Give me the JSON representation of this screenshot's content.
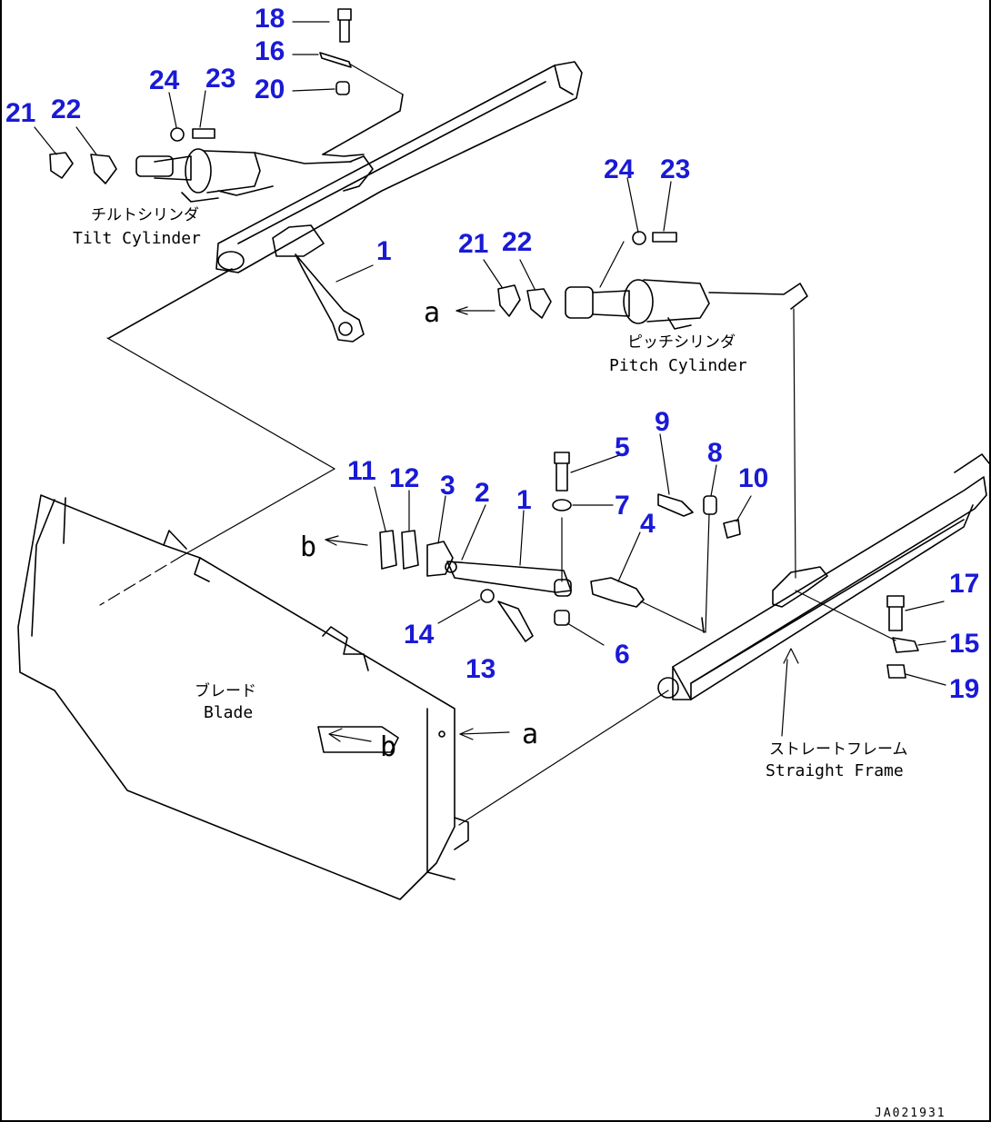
{
  "labels": {
    "tilt_cylinder_jp": "チルトシリンダ",
    "tilt_cylinder_en": "Tilt Cylinder",
    "pitch_cylinder_jp": "ピッチシリンダ",
    "pitch_cylinder_en": "Pitch Cylinder",
    "blade_jp": "ブレード",
    "blade_en": "Blade",
    "frame_jp": "ストレートフレーム",
    "frame_en": "Straight Frame"
  },
  "refs": {
    "a": "a",
    "b": "b"
  },
  "drawing_code": "JA021931",
  "callouts": {
    "c18": "18",
    "c16": "16",
    "c20": "20",
    "c24_tilt": "24",
    "c23_tilt": "23",
    "c21_tilt": "21",
    "c22_tilt": "22",
    "c1_tilt": "1",
    "c24_pitch": "24",
    "c23_pitch": "23",
    "c21_pitch": "21",
    "c22_pitch": "22",
    "c9": "9",
    "c5": "5",
    "c8": "8",
    "c10": "10",
    "c11": "11",
    "c12": "12",
    "c3": "3",
    "c2": "2",
    "c1": "1",
    "c7": "7",
    "c4": "4",
    "c14": "14",
    "c13": "13",
    "c6": "6",
    "c17": "17",
    "c15": "15",
    "c19": "19"
  }
}
